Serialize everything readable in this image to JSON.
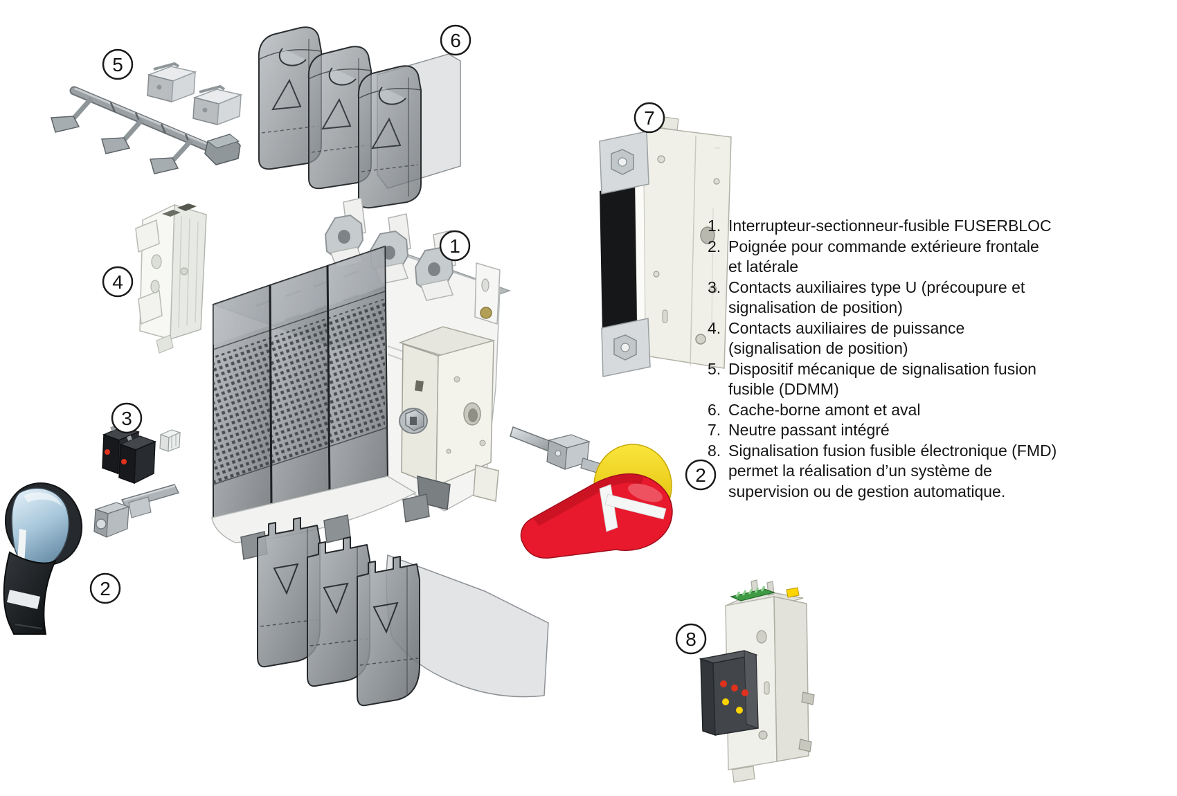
{
  "callouts": {
    "c1": "1",
    "c2_left": "2",
    "c2_right": "2",
    "c3": "3",
    "c4": "4",
    "c5": "5",
    "c6": "6",
    "c7": "7",
    "c8": "8"
  },
  "legend": {
    "items": [
      {
        "num": "1.",
        "text": "Interrupteur-sectionneur-fusible FUSERBLOC"
      },
      {
        "num": "2.",
        "text": "Poignée pour commande extérieure frontale\net latérale"
      },
      {
        "num": "3.",
        "text": "Contacts auxiliaires type U (précoupure et\nsignalisation de position)"
      },
      {
        "num": "4.",
        "text": "Contacts auxiliaires de puissance\n(signalisation de position)"
      },
      {
        "num": "5.",
        "text": "Dispositif mécanique de signalisation fusion\nfusible (DDMM)"
      },
      {
        "num": "6.",
        "text": "Cache-borne amont et aval"
      },
      {
        "num": "7.",
        "text": "Neutre passant intégré"
      },
      {
        "num": "8.",
        "text": "Signalisation fusion fusible électronique (FMD)\npermet la réalisation d’un système de\nsupervision ou de gestion automatique."
      }
    ]
  },
  "colors": {
    "handle_red": "#e8192c",
    "handle_red_dark": "#b50e1f",
    "handle_yellow": "#f6d600",
    "led_red": "#e0301e",
    "led_yellow": "#ffd400",
    "terminal_green": "#3f9b43",
    "black_component": "#17191c",
    "smoke_cover": "#8a8f93",
    "ivory_part": "#efefe8"
  }
}
